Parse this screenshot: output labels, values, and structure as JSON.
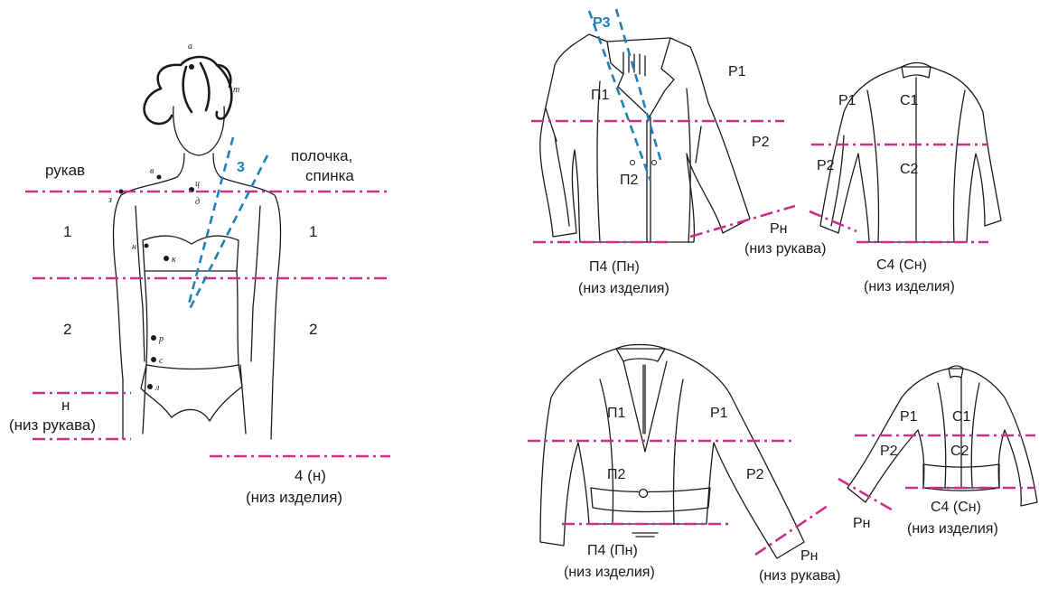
{
  "figure": {
    "labels": {
      "sleeve": "рукав",
      "front_back": "полочка,",
      "front_back_2": "спинка",
      "zone1_left": "1",
      "zone1_right": "1",
      "zone2_left": "2",
      "zone2_right": "2",
      "blue_zone": "3",
      "sleeve_hem_letter": "н",
      "sleeve_hem": "(низ рукава)",
      "product_hem_num": "4 (н)",
      "product_hem": "(низ изделия)"
    },
    "points": [
      "а",
      "т",
      "в",
      "з",
      "ц",
      "д",
      "н",
      "к",
      "р",
      "с",
      "л"
    ]
  },
  "jacket_top_front": {
    "p1": "П1",
    "p2": "П2",
    "p3": "Р3",
    "r1": "Р1",
    "r2": "Р2",
    "rn": "Рн",
    "sleeve_hem": "(низ рукава)",
    "hem_code": "П4 (Пн)",
    "hem": "(низ изделия)"
  },
  "jacket_top_back": {
    "r1": "Р1",
    "c1": "С1",
    "r2": "Р2",
    "c2": "С2",
    "hem_code": "С4 (Сн)",
    "hem": "(низ изделия)"
  },
  "jacket_bottom_front": {
    "p1": "П1",
    "p2": "П2",
    "r1": "Р1",
    "r2": "Р2",
    "rn": "Рн",
    "sleeve_hem": "(низ рукава)",
    "hem_code": "П4 (Пн)",
    "hem": "(низ изделия)"
  },
  "jacket_bottom_back": {
    "r1": "Р1",
    "c1": "С1",
    "r2": "Р2",
    "c2": "С2",
    "rn": "Рн",
    "hem_code": "С4 (Сн)",
    "hem": "(низ изделия)"
  },
  "colors": {
    "guide_line": "#cc2f8a",
    "zone3_line": "#1f7fb6",
    "outline": "#1a1a1a"
  }
}
